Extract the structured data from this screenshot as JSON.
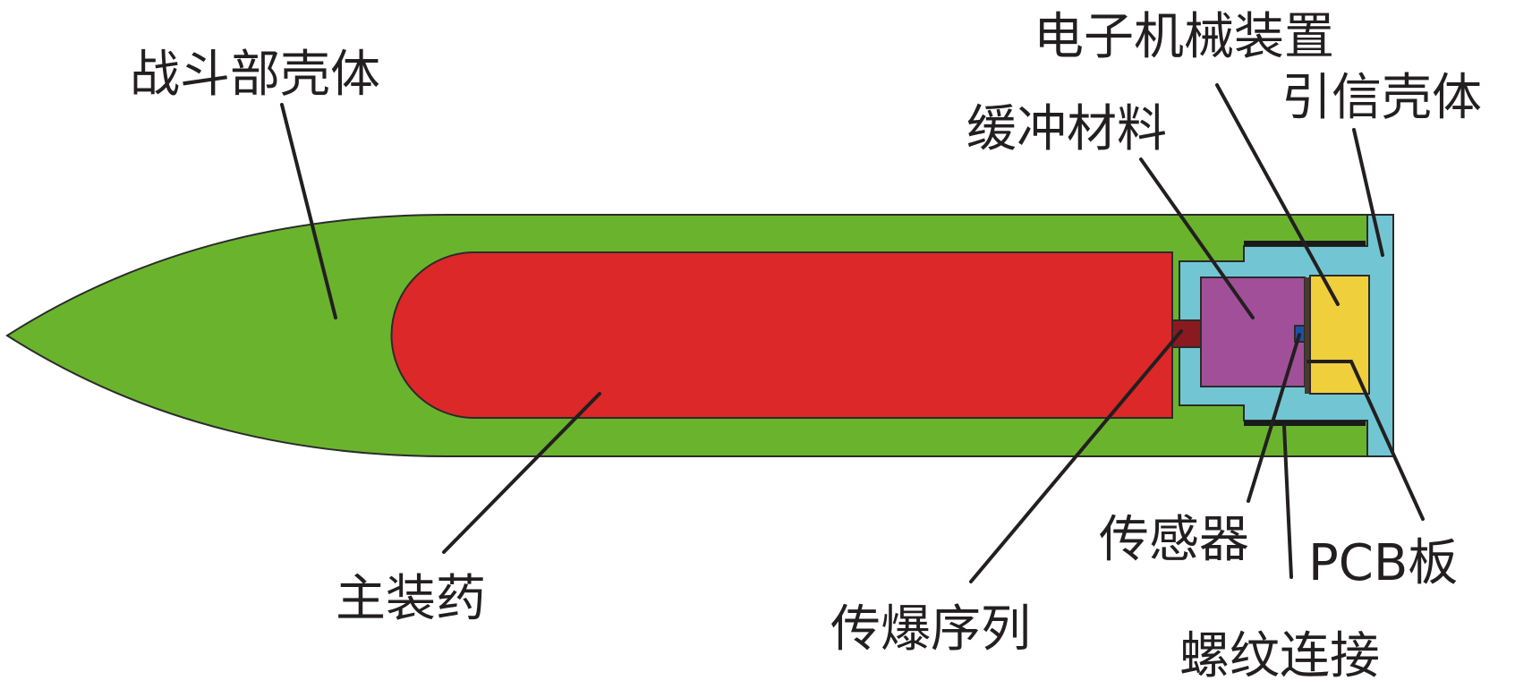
{
  "labels": {
    "warhead_shell": "战斗部壳体",
    "electromechanical_device": "电子机械装置",
    "fuze_shell": "引信壳体",
    "buffer_material": "缓冲材料",
    "main_charge": "主装药",
    "explosive_train": "传爆序列",
    "sensor": "传感器",
    "pcb_board": "PCB板",
    "threaded_connection": "螺纹连接"
  },
  "colors": {
    "warhead_shell": "#6ab42d",
    "main_charge": "#dc2828",
    "explosive_train": "#8a1a1f",
    "fuze_shell": "#72c6d3",
    "buffer_material": "#a24f99",
    "electromechanical_device": "#f0cf3c",
    "sensor": "#1f4fa8",
    "thread": "#1a1a1a",
    "text": "#231f20"
  }
}
